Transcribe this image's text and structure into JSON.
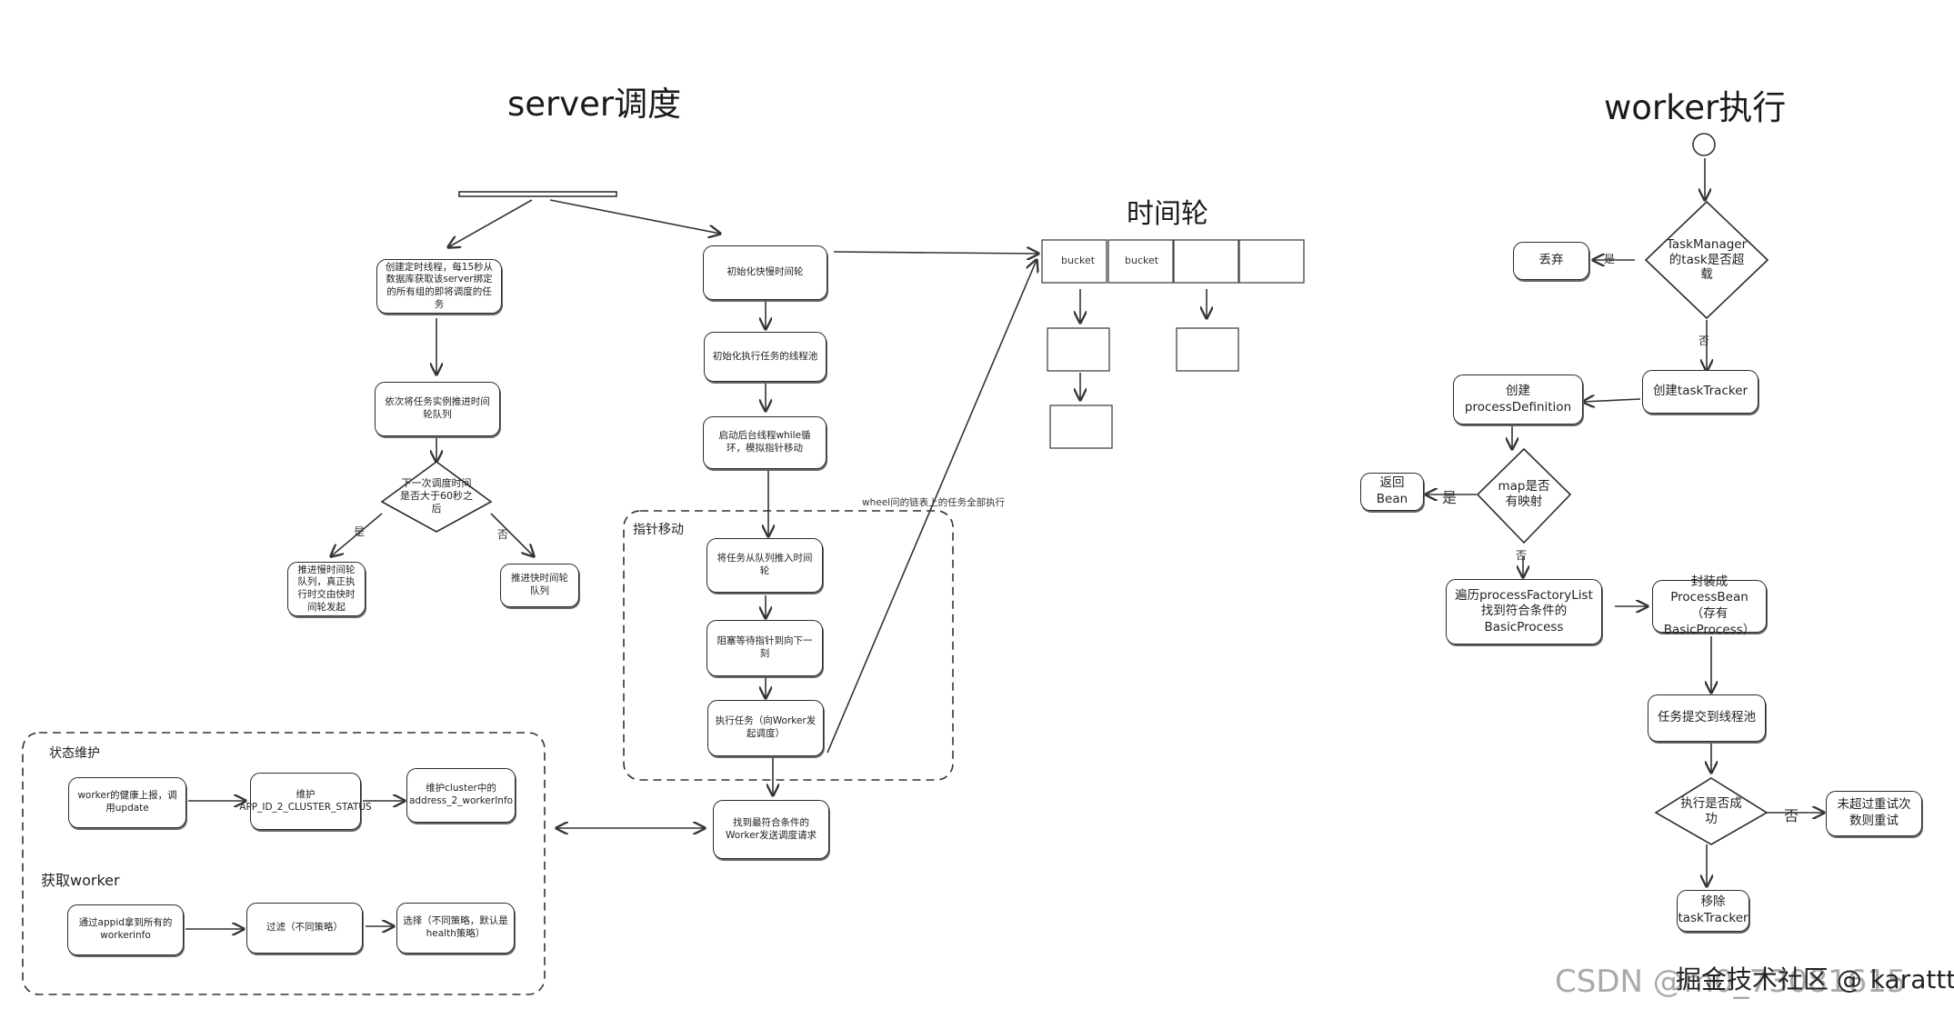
{
  "titles": {
    "server": "server调度",
    "worker": "worker执行",
    "wheel": "时间轮"
  },
  "server": {
    "create_timer": "创建定时线程，每15秒从数据库获取该server绑定的所有组的即将调度的任务",
    "push_queue": "依次将任务实例推进时间轮队列",
    "decision": "下一次调度时间是否大于60秒之后",
    "yes_label": "是",
    "no_label": "否",
    "push_slow": "推进慢时间轮队列，真正执行时交由快时间轮发起",
    "push_fast": "推进快时间轮队列",
    "init_wheel": "初始化快慢时间轮",
    "init_pool": "初始化执行任务的线程池",
    "start_loop": "启动后台线程while循环，模拟指针移动",
    "pointer_group": "指针移动",
    "take_task": "将任务从队列推入时间轮",
    "block_wait": "阻塞等待指针到向下一刻",
    "exec_task": "执行任务（向Worker发起调度）",
    "wheel_note": "wheel问的链表上的任务全部执行",
    "find_worker": "找到最符合条件的Worker发送调度请求",
    "status_group": "状态维护",
    "heartbeat": "worker的健康上报，调用update",
    "maintain_cluster": "维护APP_ID_2_CLUSTER_STATUS",
    "maintain_addr": "维护cluster中的address_2_workerInfo",
    "get_worker_group": "获取worker",
    "by_appid": "通过appid拿到所有的workerinfo",
    "filter": "过滤（不同策略）",
    "choose": "选择（不同策略，默认是health策略）"
  },
  "wheel": {
    "buckets": [
      "bucket",
      "bucket",
      "",
      ""
    ]
  },
  "worker": {
    "decision_timeout": "TaskManager的task是否超载",
    "discard": "丢弃",
    "yes_label": "是",
    "no_label": "否",
    "create_tracker": "创建taskTracker",
    "create_definition": "创建processDefinition",
    "decision_map": "map是否有映射",
    "return_bean": "返回Bean",
    "yes_label2": "是",
    "no_label2": "否",
    "traverse": "遍历processFactoryList找到符合条件的BasicProcess",
    "wrap": "封装成ProcessBean（存有BasicProcess）",
    "submit": "任务提交到线程池",
    "decision_success": "执行是否成功",
    "no_label3": "否",
    "retry": "未超过重试次数则重试",
    "remove": "移除taskTracker"
  },
  "watermark": {
    "csdn": "CSDN @m0_73081615",
    "juejin": "掘金技术社区 @ karatttt"
  }
}
